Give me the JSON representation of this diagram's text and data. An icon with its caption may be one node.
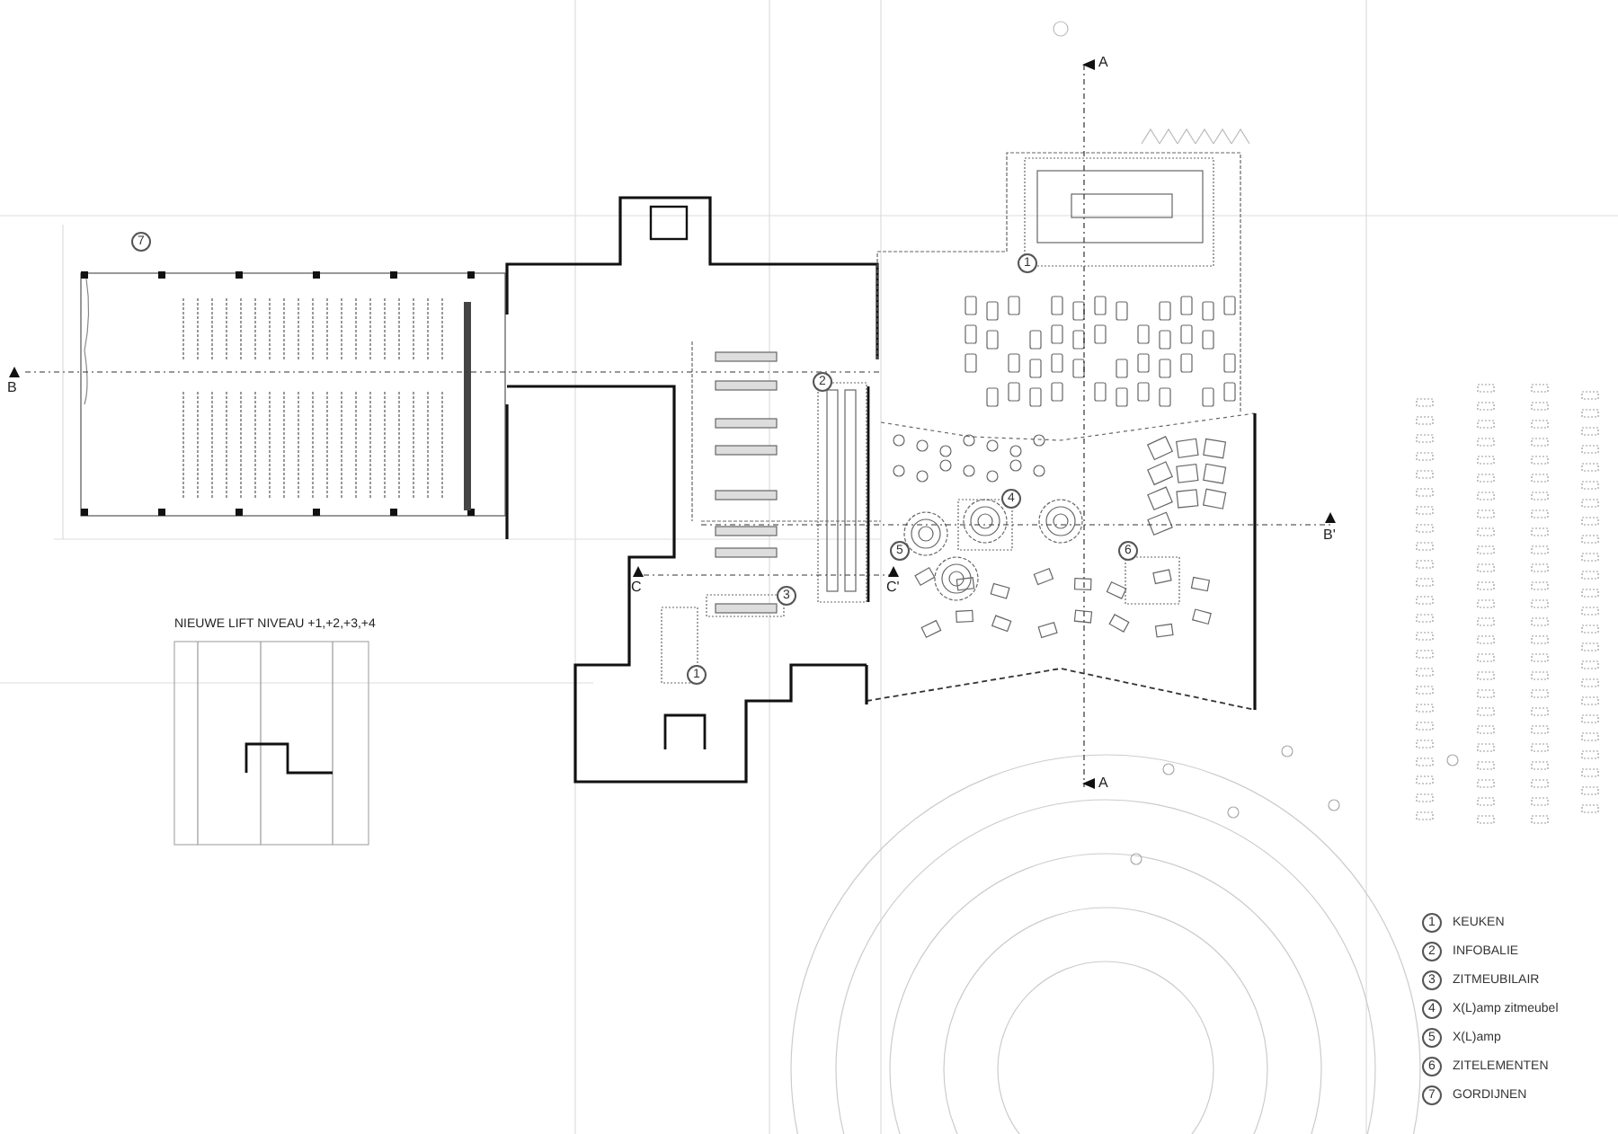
{
  "diagram": {
    "labels": [
      "A",
      "7",
      "1",
      "B",
      "2",
      "4",
      "B'",
      "5",
      "6",
      "C",
      "C'",
      "3",
      "NIEUWE LIFT NIVEAU +1,+2,+3,+4",
      "1",
      "A",
      "1",
      "KEUKEN",
      "2",
      "INFOBALIE",
      "3",
      "ZITMEUBILAIR",
      "4",
      "X(L)amp zitmeubel",
      "5",
      "X(L)amp",
      "6",
      "ZITELEMENTEN",
      "7",
      "GORDIJNEN"
    ]
  }
}
